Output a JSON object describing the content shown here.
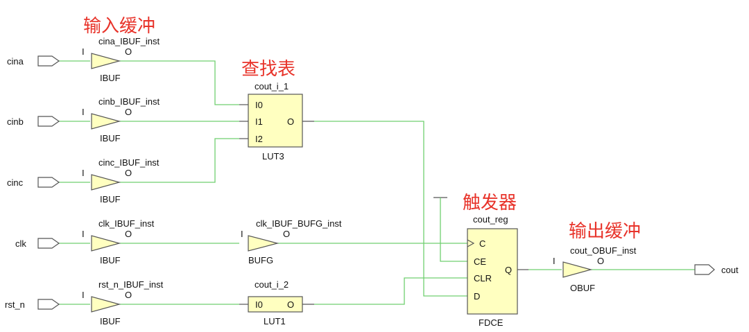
{
  "annotations": {
    "input_buffer": "输入缓冲",
    "lookup_table": "查找表",
    "flip_flop": "触发器",
    "output_buffer": "输出缓冲"
  },
  "ports": {
    "cina": "cina",
    "cinb": "cinb",
    "cinc": "cinc",
    "clk": "clk",
    "rst_n": "rst_n",
    "cout": "cout"
  },
  "instances": {
    "cina_buf": {
      "name": "cina_IBUF_inst",
      "type": "IBUF",
      "pin_in": "I",
      "pin_out": "O"
    },
    "cinb_buf": {
      "name": "cinb_IBUF_inst",
      "type": "IBUF",
      "pin_in": "I",
      "pin_out": "O"
    },
    "cinc_buf": {
      "name": "cinc_IBUF_inst",
      "type": "IBUF",
      "pin_in": "I",
      "pin_out": "O"
    },
    "clk_buf": {
      "name": "clk_IBUF_inst",
      "type": "IBUF",
      "pin_in": "I",
      "pin_out": "O"
    },
    "rst_buf": {
      "name": "rst_n_IBUF_inst",
      "type": "IBUF",
      "pin_in": "I",
      "pin_out": "O"
    },
    "bufg": {
      "name": "clk_IBUF_BUFG_inst",
      "type": "BUFG",
      "pin_in": "I",
      "pin_out": "O"
    },
    "lut3": {
      "name": "cout_i_1",
      "type": "LUT3",
      "pins": [
        "I0",
        "I1",
        "I2"
      ],
      "pin_out": "O"
    },
    "lut1": {
      "name": "cout_i_2",
      "type": "LUT1",
      "pin_in": "I0",
      "pin_out": "O"
    },
    "fdce": {
      "name": "cout_reg",
      "type": "FDCE",
      "pins": [
        "C",
        "CE",
        "CLR",
        "D"
      ],
      "pin_out": "Q"
    },
    "obuf": {
      "name": "cout_OBUF_inst",
      "type": "OBUF",
      "pin_in": "I",
      "pin_out": "O"
    }
  }
}
